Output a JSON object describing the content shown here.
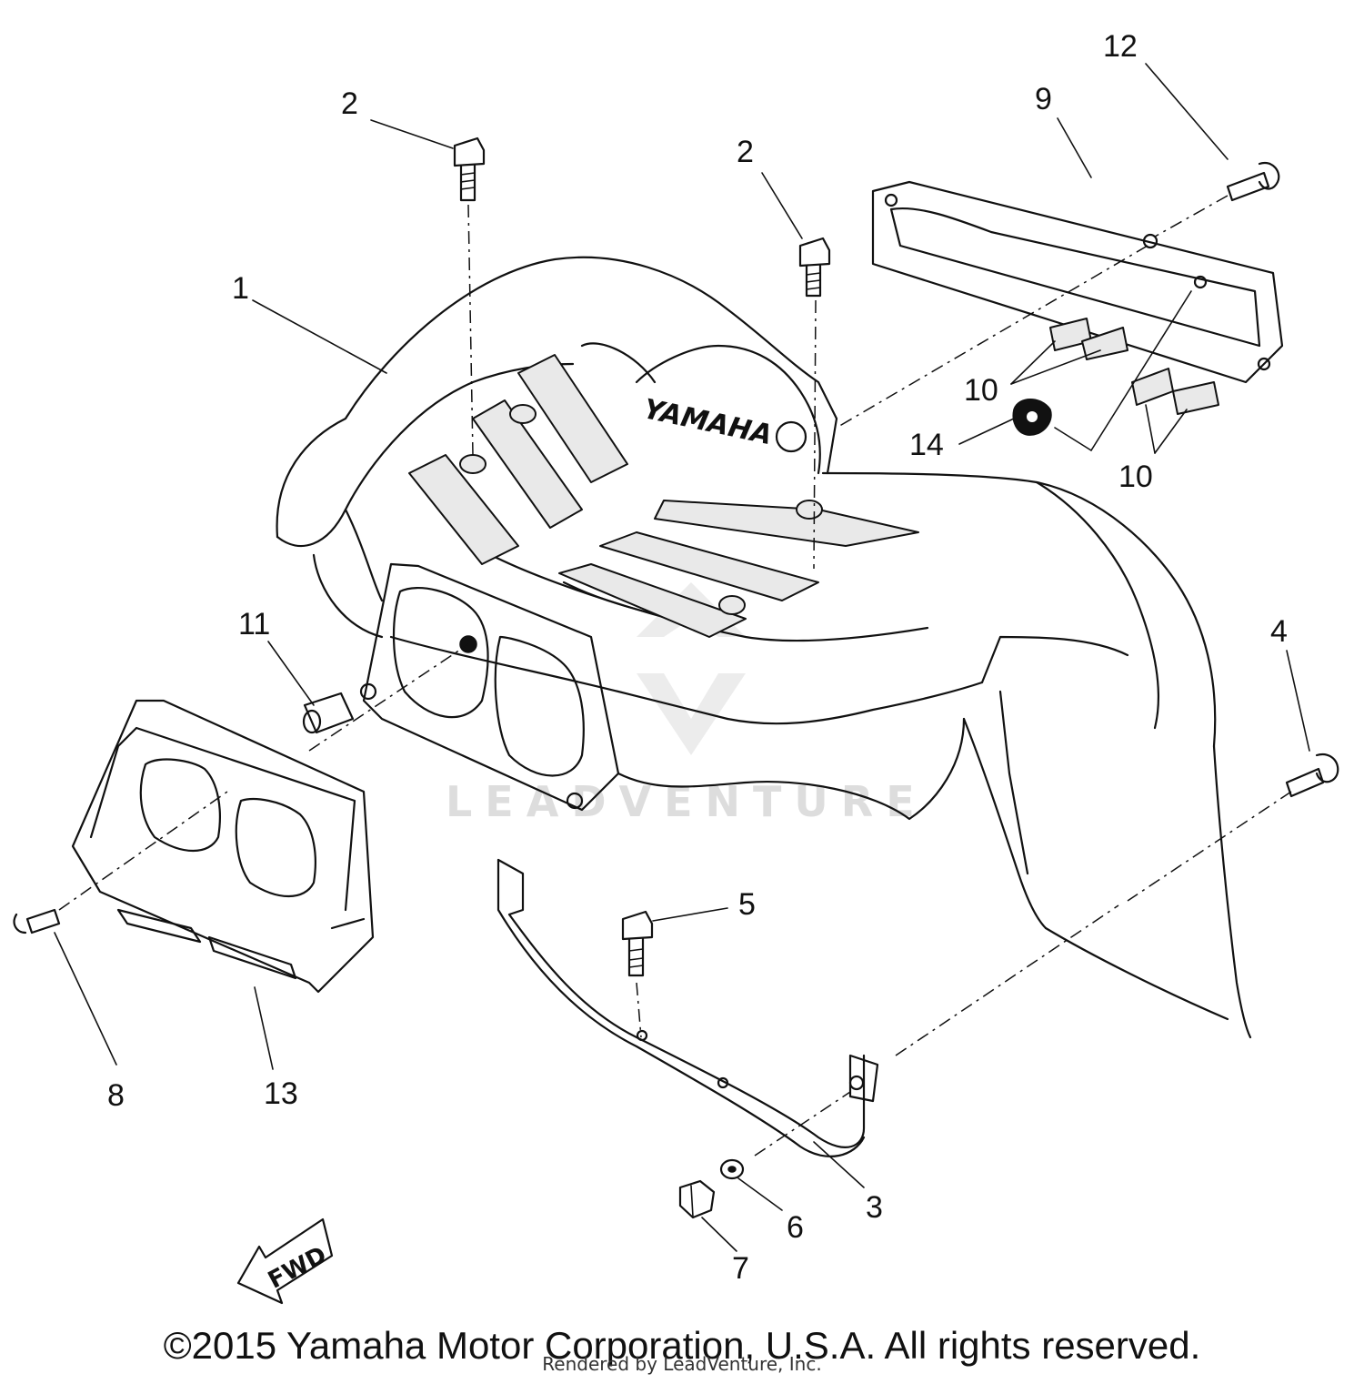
{
  "diagram": {
    "callouts": [
      "1",
      "2",
      "2",
      "3",
      "4",
      "5",
      "6",
      "7",
      "8",
      "9",
      "10",
      "10",
      "11",
      "12",
      "13",
      "14"
    ],
    "decal_text": "YAMAHA",
    "direction_label": "FWD",
    "watermark": "LEADVENTURE"
  },
  "footer": {
    "copyright": "©2015 Yamaha Motor Corporation, U.S.A. All rights reserved.",
    "rendered_by": "Rendered by LeadVenture, Inc."
  }
}
